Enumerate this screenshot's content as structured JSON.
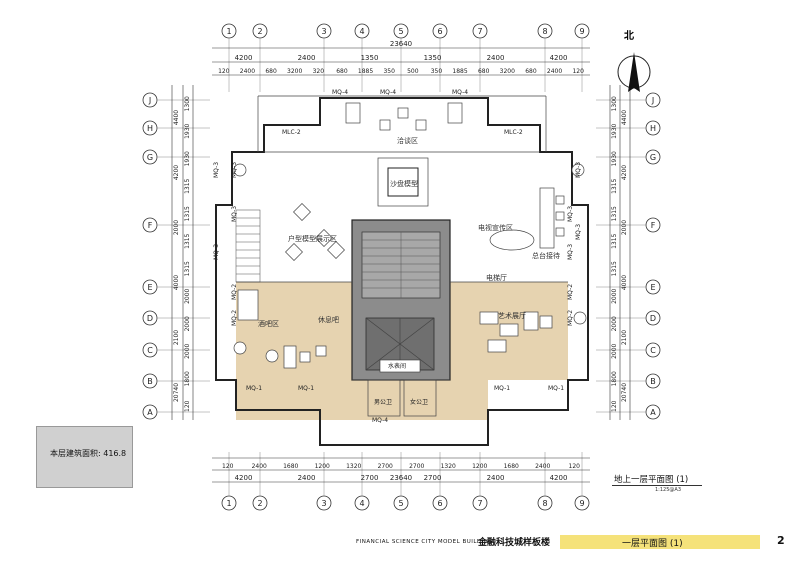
{
  "grid_cols": [
    "1",
    "2",
    "3",
    "4",
    "5",
    "6",
    "7",
    "8",
    "9"
  ],
  "grid_rows": [
    "J",
    "H",
    "G",
    "F",
    "E",
    "D",
    "C",
    "B",
    "A"
  ],
  "total_dim": "23640",
  "top_dims_row1": [
    "4200",
    "2400",
    "1350",
    "1350",
    "2400",
    "4200"
  ],
  "top_dims_row2": [
    "120",
    "2400",
    "680",
    "3200",
    "320",
    "680",
    "1885",
    "350",
    "500",
    "350",
    "1885",
    "680",
    "3200",
    "680",
    "2400",
    "120"
  ],
  "bottom_dims_row1": [
    "120",
    "2400",
    "1680",
    "1200",
    "1320",
    "2700",
    "2700",
    "1320",
    "1200",
    "1680",
    "2400",
    "120"
  ],
  "bottom_dims_row2": [
    "4200",
    "2400",
    "2700",
    "2700",
    "2400",
    "4200"
  ],
  "left_dims_vertical": [
    "4400",
    "4200",
    "2000",
    "4000",
    "2100",
    "20740"
  ],
  "left_dims_detail": [
    "1300",
    "1930",
    "1930",
    "1315",
    "1315",
    "1315",
    "1315",
    "2000",
    "2000",
    "2000",
    "1800",
    "120"
  ],
  "rooms": {
    "negotiation": "洽谈区",
    "sand_table": "沙盘模型",
    "model_display": "户型模型展示区",
    "tv_promo": "电视宣传区",
    "reception": "总台接待",
    "elevator_hall": "电梯厅",
    "bar": "酒吧区",
    "lounge": "休息吧",
    "art_gallery": "艺术展厅",
    "water_room": "水表间",
    "male_wc": "男公卫",
    "female_wc": "女公卫"
  },
  "window_tags": [
    "MQ-4",
    "MQ-4",
    "MQ-4",
    "MLC-2",
    "MLC-2",
    "MQ-3",
    "MQ-3",
    "MQ-3",
    "MQ-3",
    "MQ-2",
    "MQ-2",
    "MQ-2",
    "MQ-2",
    "MQ-1",
    "MQ-1",
    "MQ-1",
    "MQ-1",
    "MQ-4",
    "MQ-3",
    "MQ-3",
    "MQ-3",
    "MQ-3"
  ],
  "area_label": "本层建筑面积: 416.8",
  "north": "北",
  "plan_title": "地上一层平面图 (1)",
  "plan_scale": "1:125@A3",
  "footer": {
    "en": "FINANCIAL SCIENCE CITY MODEL BUILDING",
    "cn": "金融科技城样板楼",
    "sheet_title": "一层平面图 (1)",
    "page": "2"
  },
  "colors": {
    "floor_tan": "#e6d3b0",
    "core_gray": "#8c8c8c",
    "highlight_bar": "#f5e27a"
  }
}
